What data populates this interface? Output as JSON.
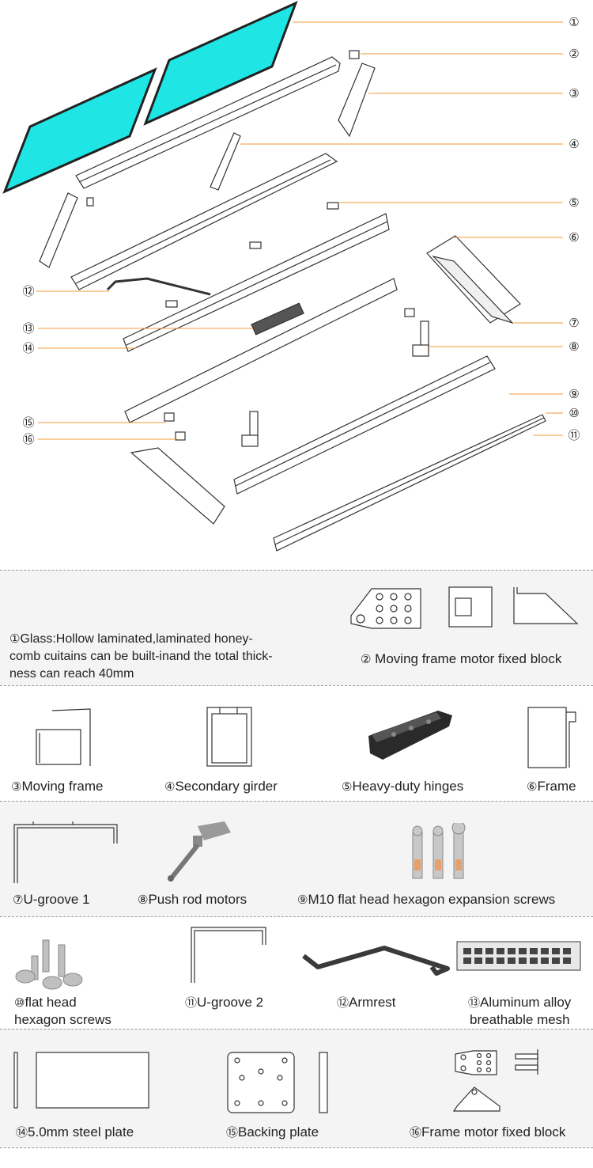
{
  "callouts": [
    "①",
    "②",
    "③",
    "④",
    "⑤",
    "⑥",
    "⑦",
    "⑧",
    "⑨",
    "⑩",
    "⑪",
    "⑫",
    "⑬",
    "⑭",
    "⑮",
    "⑯"
  ],
  "colors": {
    "glass": "#1fe6e4",
    "glass_edge": "#222222",
    "leader": "#f39a3a",
    "band": "#f4f4f4",
    "separator": "#9a9a9a",
    "part_fill": "#ffffff",
    "part_stroke": "#333333",
    "dark_part": "#2a2a2a"
  },
  "legend": {
    "item1": {
      "num": "①",
      "lines": [
        "Glass:Hollow laminated,laminated honey-",
        "comb cuitains can be built-inand the total thick-",
        "ness can reach 40mm"
      ],
      "icon": "glass"
    },
    "item2": {
      "num": "②",
      "label": " Moving frame motor fixed block",
      "icon": "motor-block-icon"
    },
    "item3": {
      "num": "③",
      "label": "Moving frame",
      "icon": "moving-frame-icon"
    },
    "item4": {
      "num": "④",
      "label": "Secondary girder",
      "icon": "girder-icon"
    },
    "item5": {
      "num": "⑤",
      "label": "Heavy-duty hinges",
      "icon": "hinge-icon"
    },
    "item6": {
      "num": "⑥",
      "label": "Frame",
      "icon": "frame-icon"
    },
    "item7": {
      "num": "⑦",
      "label": "U-groove 1",
      "icon": "u-groove-icon"
    },
    "item8": {
      "num": "⑧",
      "label": "Push rod motors",
      "icon": "push-rod-motor-icon"
    },
    "item9": {
      "num": "⑨",
      "label": "M10 flat head hexagon expansion screws",
      "icon": "expansion-screw-icon"
    },
    "item10": {
      "num": "⑩",
      "lines": [
        "flat head",
        "hexagon screws"
      ],
      "icon": "hex-screw-icon"
    },
    "item11": {
      "num": "⑪",
      "label": "U-groove 2",
      "icon": "u-groove-icon"
    },
    "item12": {
      "num": "⑫",
      "label": "Armrest",
      "icon": "armrest-icon"
    },
    "item13": {
      "num": "⑬",
      "lines": [
        "Aluminum alloy",
        "breathable mesh"
      ],
      "icon": "mesh-icon"
    },
    "item14": {
      "num": "⑭",
      "label": "5.0mm steel plate",
      "icon": "steel-plate-icon"
    },
    "item15": {
      "num": "⑮",
      "label": "Backing plate",
      "icon": "backing-plate-icon"
    },
    "item16": {
      "num": "⑯",
      "label": "Frame motor fixed block",
      "icon": "motor-block-icon"
    }
  }
}
